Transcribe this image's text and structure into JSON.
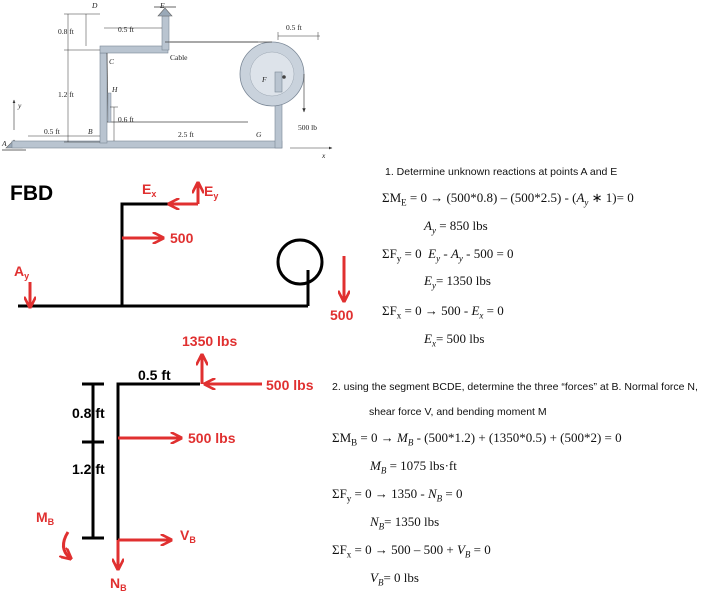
{
  "top_figure": {
    "labels": {
      "A": "A",
      "B": "B",
      "C": "C",
      "D": "D",
      "E": "E",
      "F": "F",
      "G": "G",
      "H": "H",
      "y": "y",
      "x": "x",
      "dim_08": "0.8 ft",
      "dim_12": "1.2 ft",
      "dim_05_left": "0.5 ft",
      "dim_05_top": "0.5 ft",
      "dim_06": "0.6 ft",
      "dim_25": "2.5 ft",
      "dim_05_right": "0.5 ft",
      "cable": "Cable",
      "load": "500 lb"
    }
  },
  "fbd1": {
    "title": "FBD",
    "ex": "E",
    "ex_sub": "x",
    "ey": "E",
    "ey_sub": "y",
    "f500_mid": "500",
    "ay": "A",
    "ay_sub": "y",
    "f500_bottom": "500"
  },
  "fbd2": {
    "f1350": "1350 lbs",
    "dim_05": "0.5 ft",
    "f500_top": "500 lbs",
    "dim_08": "0.8 ft",
    "f500_mid": "500 lbs",
    "dim_12": "1.2 ft",
    "mb": "M",
    "mb_sub": "B",
    "vb": "V",
    "vb_sub": "B",
    "nb": "N",
    "nb_sub": "B"
  },
  "solution": {
    "step1": "1. Determine unknown reactions at points A and E",
    "eq1": "ΣM<sub>E</sub> = 0 → (500*0.8) – (500*2.5) - (<i>A<sub>y</sub></i> ∗ 1)= 0",
    "eq1_result": "<i>A<sub>y</sub></i> = 850 lbs",
    "eq2": "ΣF<sub>y</sub> = 0 &nbsp;<i>E<sub>y</sub></i> - <i>A<sub>y</sub></i> - 500 = 0",
    "eq2_result": "<i>E<sub>y</sub></i>= 1350 lbs",
    "eq3": "ΣF<sub>x</sub> = 0 → 500 - <i>E<sub>x</sub></i> = 0",
    "eq3_result": "<i>E<sub>x</sub></i>= 500 lbs",
    "step2_line1": "2. using the segment BCDE, determine the three “forces” at B. Normal force N,",
    "step2_line2": "shear force V, and bending moment M",
    "eq4": "ΣM<sub>B</sub> = 0 → <i>M<sub>B</sub></i> - (500*1.2) + (1350*0.5) + (500*2) = 0",
    "eq4_result": "<i>M<sub>B</sub></i> = 1075 lbs·ft",
    "eq5": "ΣF<sub>y</sub> = 0 → 1350 - <i>N<sub>B</sub></i> = 0",
    "eq5_result": "<i>N<sub>B</sub></i>= 1350 lbs",
    "eq6": "ΣF<sub>x</sub> = 0 → 500 – 500 + <i>V<sub>B</sub></i> = 0",
    "eq6_result": "<i>V<sub>B</sub></i>= 0 lbs"
  }
}
